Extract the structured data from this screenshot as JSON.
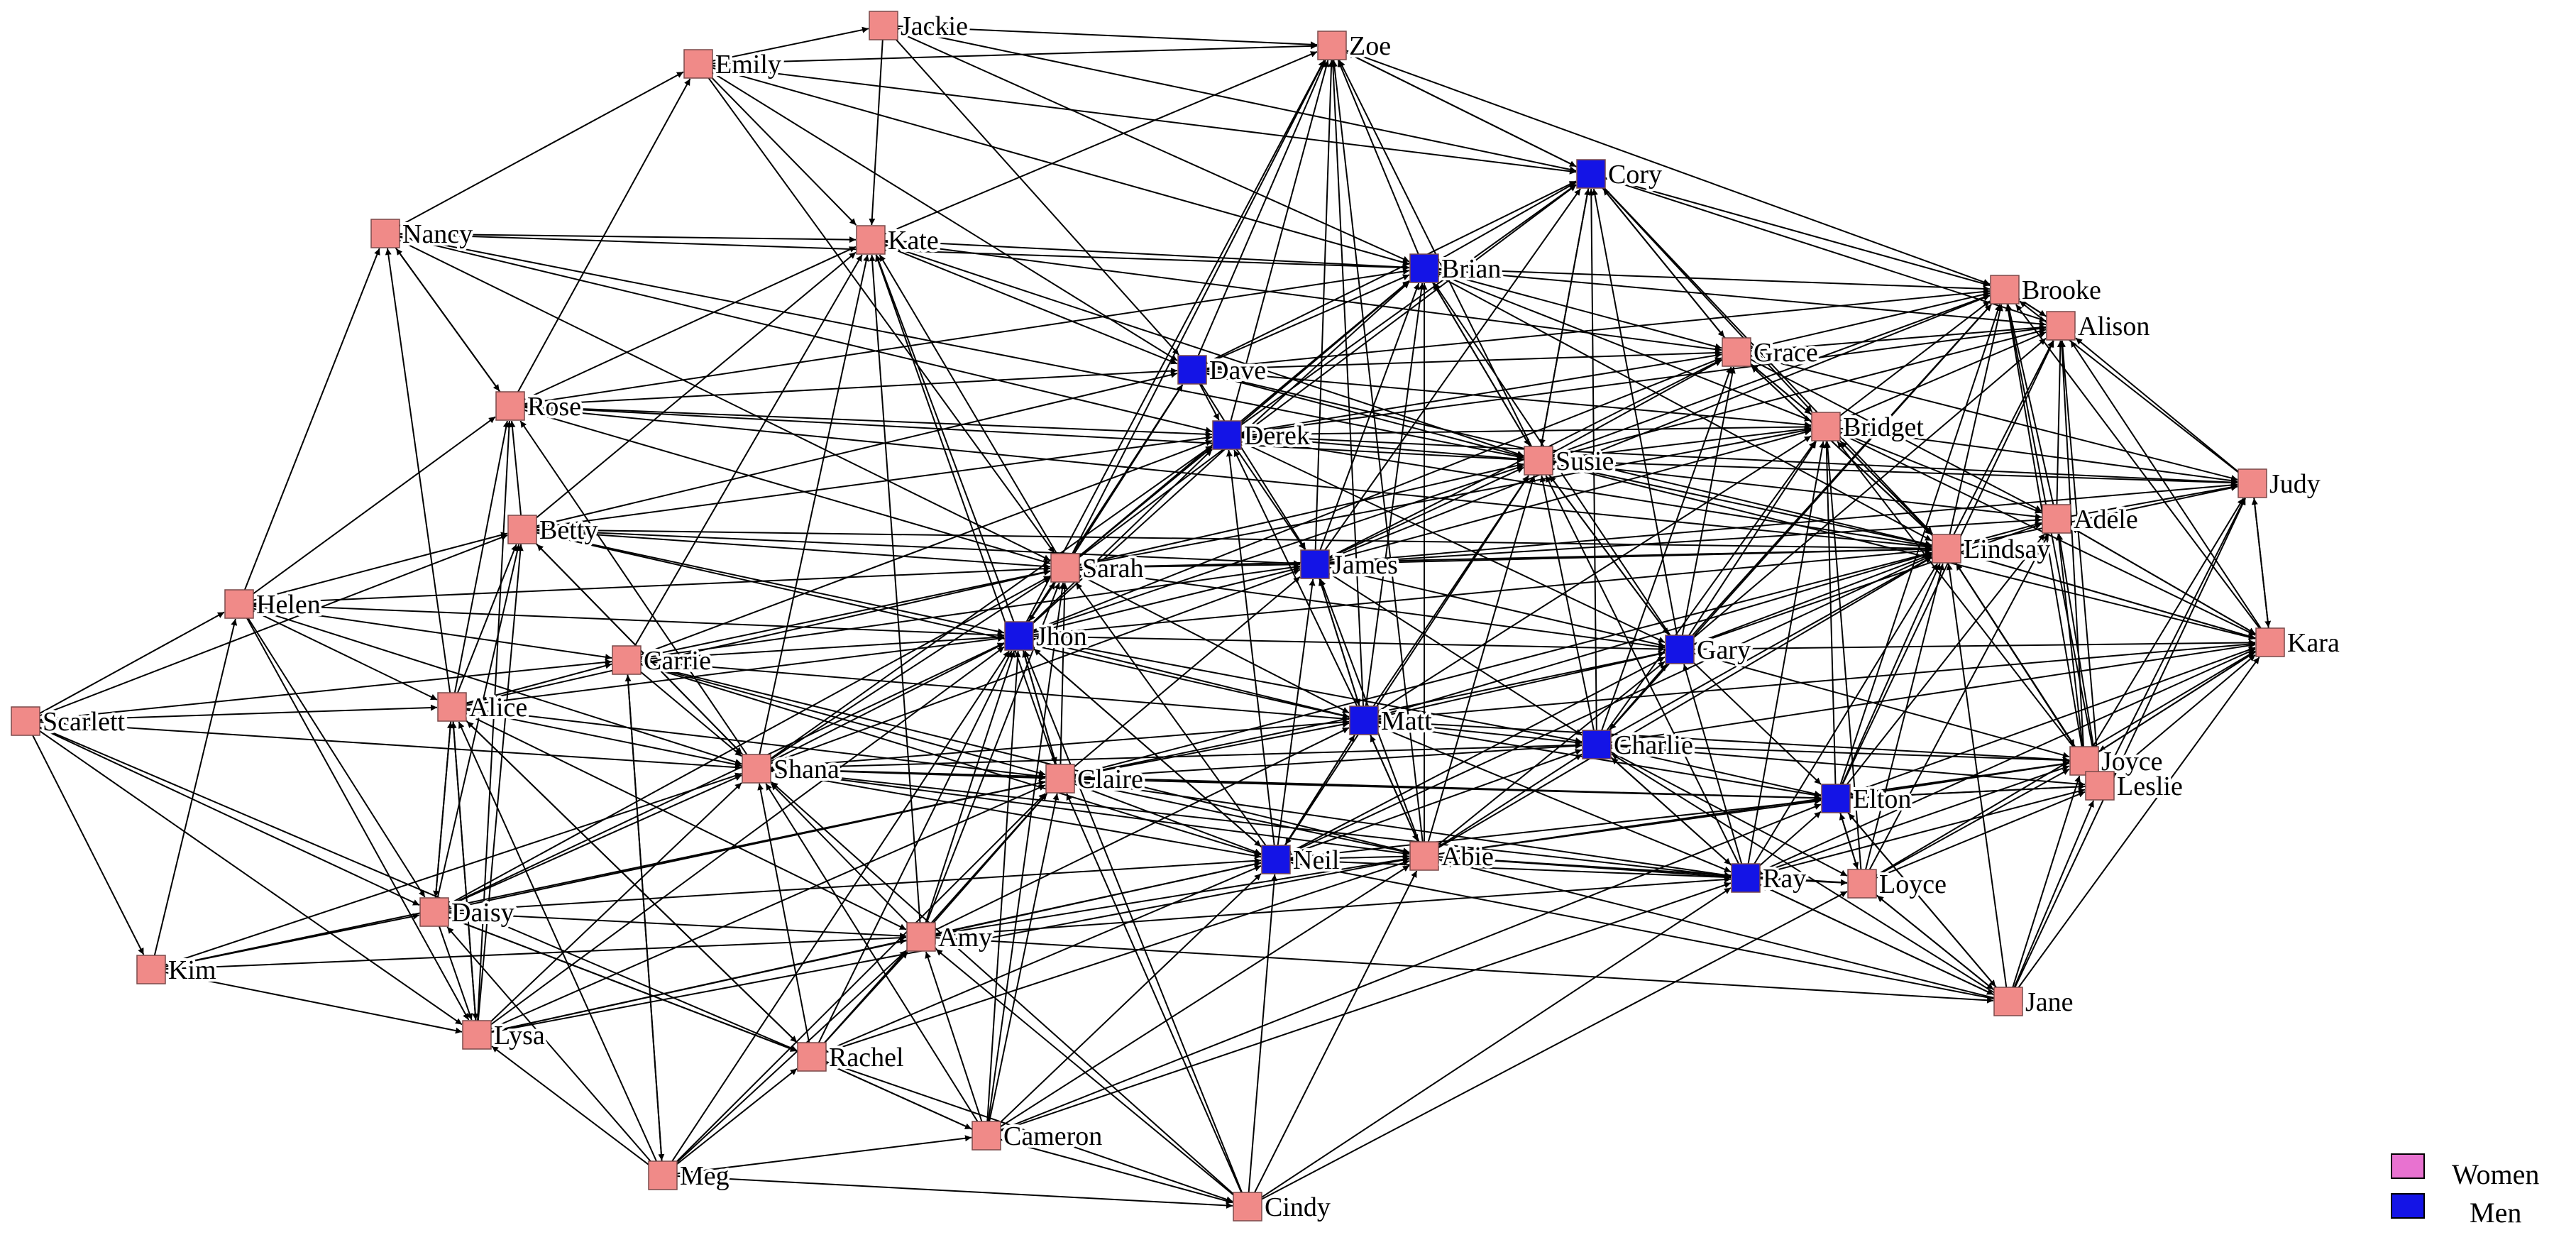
{
  "colors": {
    "women_node": "#f08a88",
    "men_node": "#1414e6",
    "women_legend": "#e872d0",
    "men_legend": "#1414e6",
    "edge": "#000000"
  },
  "legend": [
    {
      "label": "Women",
      "color": "#e872d0"
    },
    {
      "label": "Men",
      "color": "#1414e6"
    }
  ],
  "nodes": [
    {
      "id": "Jackie",
      "label": "Jackie",
      "group": "women"
    },
    {
      "id": "Emily",
      "label": "Emily",
      "group": "women"
    },
    {
      "id": "Zoe",
      "label": "Zoe",
      "group": "women"
    },
    {
      "id": "Cory",
      "label": "Cory",
      "group": "men"
    },
    {
      "id": "Nancy",
      "label": "Nancy",
      "group": "women"
    },
    {
      "id": "Kate",
      "label": "Kate",
      "group": "women"
    },
    {
      "id": "Brian",
      "label": "Brian",
      "group": "men"
    },
    {
      "id": "Brooke",
      "label": "Brooke",
      "group": "women"
    },
    {
      "id": "Alison",
      "label": "Alison",
      "group": "women"
    },
    {
      "id": "Grace",
      "label": "Grace",
      "group": "women"
    },
    {
      "id": "Dave",
      "label": "Dave",
      "group": "men"
    },
    {
      "id": "Rose",
      "label": "Rose",
      "group": "women"
    },
    {
      "id": "Derek",
      "label": "Derek",
      "group": "men"
    },
    {
      "id": "Bridget",
      "label": "Bridget",
      "group": "women"
    },
    {
      "id": "Susie",
      "label": "Susie",
      "group": "women"
    },
    {
      "id": "Judy",
      "label": "Judy",
      "group": "women"
    },
    {
      "id": "Adele",
      "label": "Adele",
      "group": "women"
    },
    {
      "id": "Betty",
      "label": "Betty",
      "group": "women"
    },
    {
      "id": "Lindsay",
      "label": "Lindsay",
      "group": "women"
    },
    {
      "id": "Sarah",
      "label": "Sarah",
      "group": "women"
    },
    {
      "id": "James",
      "label": "James",
      "group": "men"
    },
    {
      "id": "Helen",
      "label": "Helen",
      "group": "women"
    },
    {
      "id": "Jhon",
      "label": "Jhon",
      "group": "men"
    },
    {
      "id": "Kara",
      "label": "Kara",
      "group": "women"
    },
    {
      "id": "Gary",
      "label": "Gary",
      "group": "men"
    },
    {
      "id": "Carrie",
      "label": "Carrie",
      "group": "women"
    },
    {
      "id": "Scarlett",
      "label": "Scarlett",
      "group": "women"
    },
    {
      "id": "Alice",
      "label": "Alice",
      "group": "women"
    },
    {
      "id": "Matt",
      "label": "Matt",
      "group": "men"
    },
    {
      "id": "Charlie",
      "label": "Charlie",
      "group": "men"
    },
    {
      "id": "Joyce",
      "label": "Joyce",
      "group": "women"
    },
    {
      "id": "Shana",
      "label": "Shana",
      "group": "women"
    },
    {
      "id": "Claire",
      "label": "Claire",
      "group": "women"
    },
    {
      "id": "Leslie",
      "label": "Leslie",
      "group": "women"
    },
    {
      "id": "Elton",
      "label": "Elton",
      "group": "men"
    },
    {
      "id": "Neil",
      "label": "Neil",
      "group": "men"
    },
    {
      "id": "Abie",
      "label": "Abie",
      "group": "women"
    },
    {
      "id": "Ray",
      "label": "Ray",
      "group": "men"
    },
    {
      "id": "Loyce",
      "label": "Loyce",
      "group": "women"
    },
    {
      "id": "Daisy",
      "label": "Daisy",
      "group": "women"
    },
    {
      "id": "Amy",
      "label": "Amy",
      "group": "women"
    },
    {
      "id": "Kim",
      "label": "Kim",
      "group": "women"
    },
    {
      "id": "Lysa",
      "label": "Lysa",
      "group": "women"
    },
    {
      "id": "Jane",
      "label": "Jane",
      "group": "women"
    },
    {
      "id": "Rachel",
      "label": "Rachel",
      "group": "women"
    },
    {
      "id": "Cameron",
      "label": "Cameron",
      "group": "women"
    },
    {
      "id": "Meg",
      "label": "Meg",
      "group": "women"
    },
    {
      "id": "Cindy",
      "label": "Cindy",
      "group": "women"
    }
  ]
}
